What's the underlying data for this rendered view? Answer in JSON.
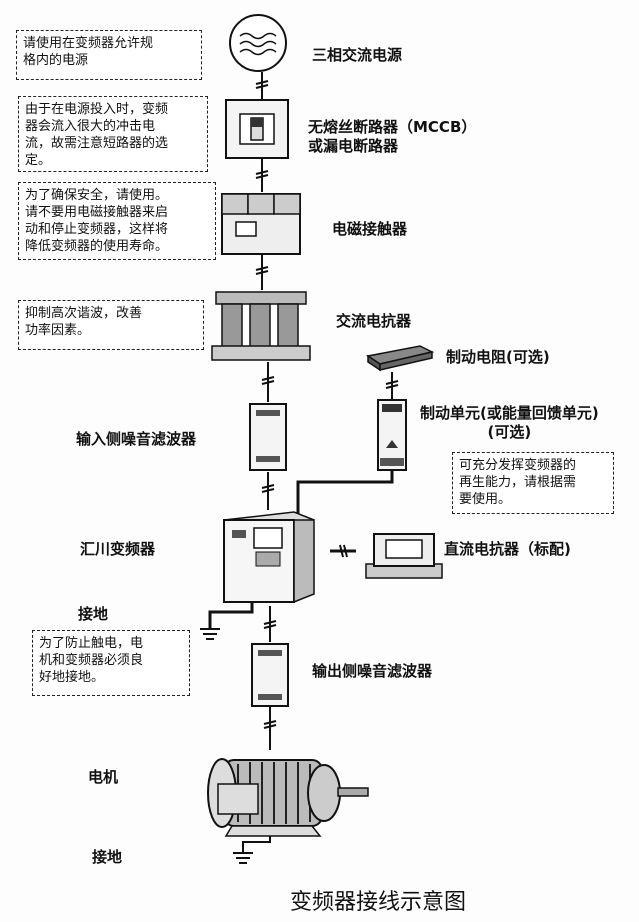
{
  "notes": {
    "power": "请使用在变频器允许规\n格内的电源",
    "mccb": "由于在电源投入时，变频\n器会流入很大的冲击电\n流，故需注意短路器的选\n定。",
    "contactor": "为了确保安全，请使用。\n请不要用电磁接触器来启\n动和停止变频器，这样将\n降低变频器的使用寿命。",
    "reactor": "抑制高次谐波，改善\n功率因素。",
    "brake": "可充分发挥变频器的\n再生能力，请根据需\n要使用。",
    "ground": "为了防止触电，电\n机和变频器必须良\n好地接地。"
  },
  "labels": {
    "power_source": "三相交流电源",
    "mccb": "无熔丝断路器（MCCB）\n或漏电断路器",
    "contactor": "电磁接触器",
    "ac_reactor": "交流电抗器",
    "brake_resistor": "制动电阻(可选)",
    "brake_unit": "制动单元(或能量回馈单元)\n(可选)",
    "input_filter": "输入侧噪音滤波器",
    "inverter": "汇川变频器",
    "dc_reactor": "直流电抗器（标配)",
    "ground_1": "接地",
    "output_filter": "输出侧噪音滤波器",
    "motor": "电机",
    "ground_2": "接地"
  },
  "caption": "变频器接线示意图"
}
